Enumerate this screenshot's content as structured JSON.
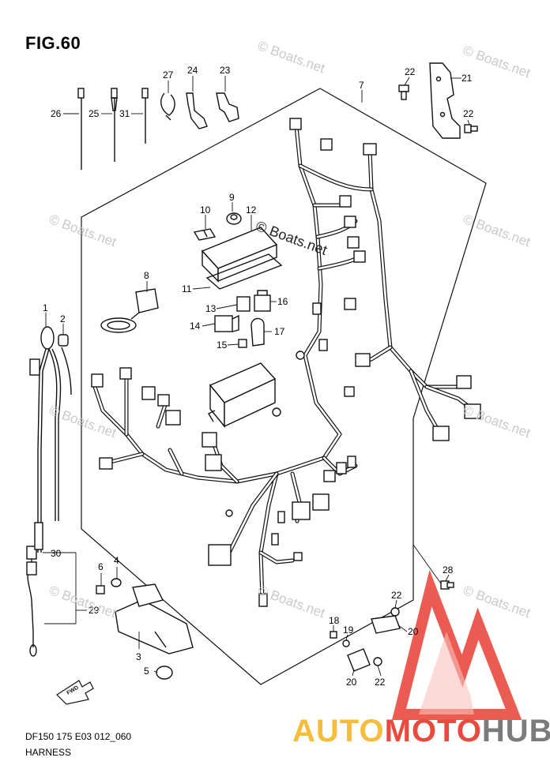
{
  "figure_title": "FIG.60",
  "model_code": "DF150 175 E03 012_060",
  "section_title": "HARNESS",
  "watermark_text": "© Boats.net",
  "brand_logo": {
    "part1": "AUTO",
    "part2": "MOTO",
    "part3": "HUB",
    "colors": {
      "auto": "#f6bd3c",
      "moto": "#e94a3f",
      "hub": "#7b7b7b",
      "mark": "#e94a3f"
    }
  },
  "callouts": [
    "26",
    "25",
    "31",
    "27",
    "24",
    "23",
    "22",
    "21",
    "22",
    "7",
    "9",
    "10",
    "12",
    "8",
    "11",
    "13",
    "16",
    "14",
    "17",
    "15",
    "1",
    "2",
    "30",
    "29",
    "6",
    "4",
    "3",
    "5",
    "28",
    "22",
    "18",
    "19",
    "20",
    "20",
    "22"
  ],
  "icons": {
    "direction_arrow": "fwd-arrow-icon",
    "logo_mark": "triangle-logo-icon"
  },
  "direction_label": "FWD"
}
